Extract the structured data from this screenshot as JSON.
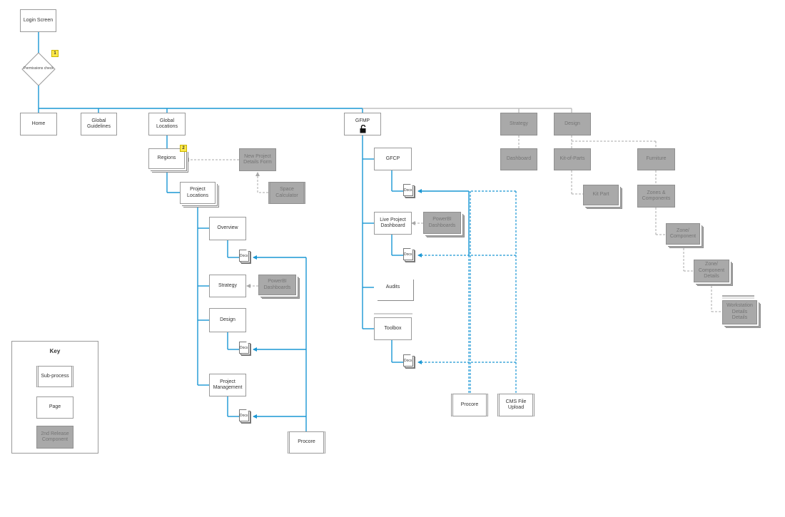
{
  "colors": {
    "primary_line": "#1a97d4",
    "secondary_line": "#b5b5b5",
    "release2_fill": "#a9a9a9",
    "badge": "#ffe94a"
  },
  "login": {
    "label": "Login Screen"
  },
  "permissions": {
    "label": "Permissions check",
    "badge": "1"
  },
  "nav": {
    "home": "Home",
    "global_guidelines": "Global Guidelines",
    "global_locations": "Global Locations",
    "gfmp": "GFMP",
    "strategy": "Strategy",
    "design": "Design"
  },
  "regions": {
    "label": "Regions",
    "badge": "2"
  },
  "new_project": "New Project Details Form",
  "space_calc": "Space Calculator",
  "project_locations": "Project Locations",
  "location_pages": {
    "overview": "Overview",
    "strategy": "Strategy",
    "design": "Design",
    "project_management": "Project Management"
  },
  "powerbi": "PowerBI Dashboards",
  "docs_label": "Docs",
  "procore": "Procore",
  "gfmp_pages": {
    "gfcp": "GFCP",
    "live_dashboard": "Live Project Dashboard",
    "audits": "Audits",
    "toolbox": "Toolbox"
  },
  "cms_upload": "CMS File Upload",
  "strategy_dashboard": "Dashboard",
  "design_pages": {
    "kit_of_parts": "Kit-of-Parts",
    "furniture": "Furniture",
    "kit_part": "Kit Part",
    "zones_components": "Zones & Components",
    "zone_component": "Zone/ Component",
    "zone_component_details": "Zone/ Component Details",
    "workstation_details": "Workstation Details Details"
  },
  "key": {
    "title": "Key",
    "subprocess": "Sub-process",
    "page": "Page",
    "release2": "2nd Release Component"
  }
}
